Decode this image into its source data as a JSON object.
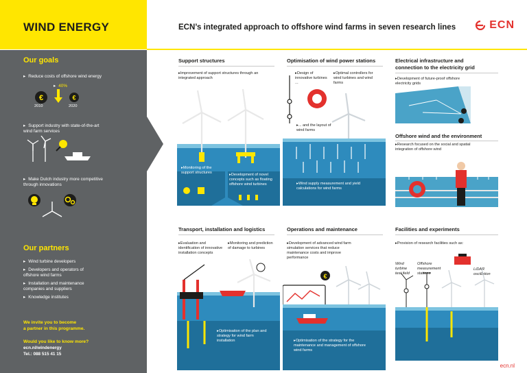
{
  "header": {
    "title": "WIND ENERGY",
    "subtitle": "ECN’s integrated approach to offshore wind farms in seven research lines",
    "logo_text": "ECN"
  },
  "sidebar": {
    "goals_title": "Our goals",
    "goal1": "Reduce costs of offshore wind energy",
    "percent": "40%",
    "year_from": "2010",
    "year_to": "2020",
    "goal2": "Support industry with state-of-the-art wind farm services",
    "goal3": "Make Dutch industry more competitive through innovations",
    "partners_title": "Our partners",
    "partners": [
      "Wind turbine developers",
      "Developers and operators of offshore wind farms",
      "Installation and maintenance companies and suppliers",
      "Knowledge institutes"
    ],
    "invite_line1": "We invite you to become",
    "invite_line2": "a partner in this programme.",
    "know_more": "Would you like to know more?",
    "contact_url": "ecn.nl/windenergy",
    "contact_tel": "Tel.: 088 515 41 15"
  },
  "support": {
    "title": "Support structures",
    "text1": "Improvement of support structures through an integrated approach",
    "text2": "Monitoring of the support structures",
    "text3": "Development of novel concepts such as floating offshore wind turbines"
  },
  "optimisation": {
    "title": "Optimisation of wind power stations",
    "text1": "Design of innovative turbines ...",
    "text2": "Optimal controllers for wind turbines and wind farms",
    "text3": "... and the layout of wind farms",
    "text4": "Wind supply measurement and yield calculations for wind farms"
  },
  "electrical": {
    "title_line1": "Electrical infrastructure and",
    "title_line2": "connection to the electricity grid",
    "text1": "Development of future-proof offshore electricity grids"
  },
  "environment": {
    "title": "Offshore wind and the environment",
    "text1": "Research focused on the social and spatial integration of offshore wind"
  },
  "transport": {
    "title": "Transport, installation and logistics",
    "text1": "Evaluation and identification of innovative installation concepts",
    "text2": "Monitoring and prediction of damage to turbines",
    "text3": "Optimisation of the plan and strategy for wind farm installation"
  },
  "operations": {
    "title": "Operations and maintenance",
    "text1": "Development of advanced wind farm simulation services that reduce maintenance costs and improve performance",
    "text2": "Optimisation of the strategy for the maintenance and management of offshore wind farms"
  },
  "facilities": {
    "title": "Facilities and experiments",
    "text1": "Provision of research facilities such as:",
    "label1": "Wind turbine test field",
    "label2": "Offshore measurement stations",
    "label3": "LiDAR oscillation"
  },
  "footer_url": "ecn.nl",
  "colors": {
    "yellow": "#ffe600",
    "grey": "#5f6264",
    "red": "#e3312d",
    "sea": "#4aa3c8",
    "deep": "#1f6f9a"
  }
}
